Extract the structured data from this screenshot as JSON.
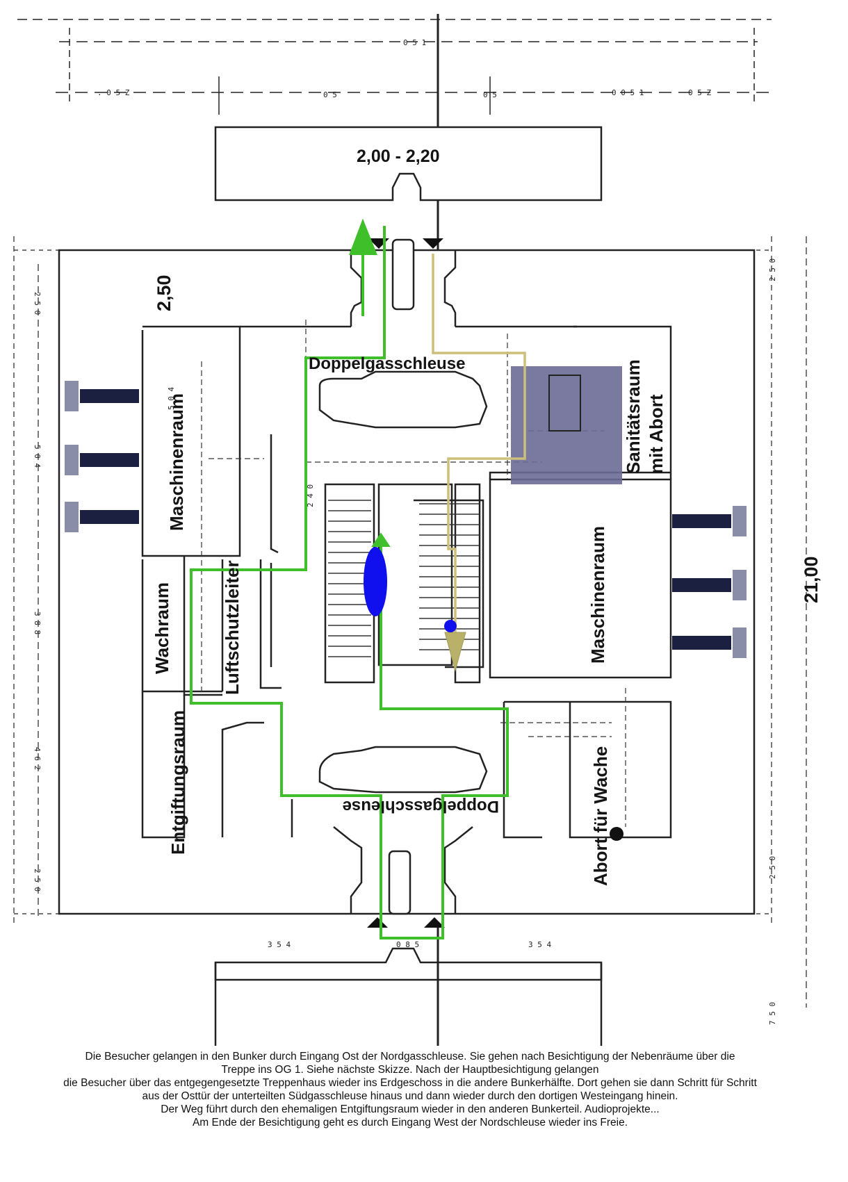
{
  "labels": {
    "top_dimension": "2,00 - 2,20",
    "left_dimension": "2,50",
    "right_dimension": "21,00",
    "doppelgasschleuse_north": "Doppelgasschleuse",
    "doppelgasschleuse_south": "Doppelgasschleuse",
    "maschinenraum_west": "Maschinenraum",
    "maschinenraum_east": "Maschinenraum",
    "sanitaetsraum_line1": "Sanitätsraum",
    "sanitaetsraum_line2": "mit Abort",
    "wachraum": "Wachraum",
    "luftschutzleiter": "Luftschutzleiter",
    "entgiftungsraum": "Entgiftungsraum",
    "abort_fuer_wache": "Abort für Wache"
  },
  "caption": [
    "Die Besucher gelangen in den Bunker durch Eingang Ost der Nordgasschleuse. Sie gehen nach Besichtigung der Nebenräume über die",
    "Treppe ins OG 1. Siehe nächste Skizze. Nach der Hauptbesichtigung gelangen",
    "die Besucher über das entgegengesetzte Treppenhaus wieder ins Erdgeschoss in die andere Bunkerhälfte. Dort gehen sie dann Schritt für Schritt",
    "aus der Osttür der unterteilten Südgasschleuse hinaus und dann wieder durch den dortigen Westeingang hinein.",
    "Der Weg führt durch den ehemaligen Entgiftungsraum wieder in den anderen Bunkerteil. Audioprojekte...",
    "Am Ende der Besichtigung geht es durch Eingang West der Nordschleuse wieder ins Freie."
  ],
  "colors": {
    "route_green": "#3fbf2a",
    "route_yellow": "#cdbf7a",
    "sanitaet_fill": "#6b6c96",
    "blue_marker": "#1010ee",
    "vent_bar": "#1c2040",
    "vent_cap": "#8a8da8"
  }
}
